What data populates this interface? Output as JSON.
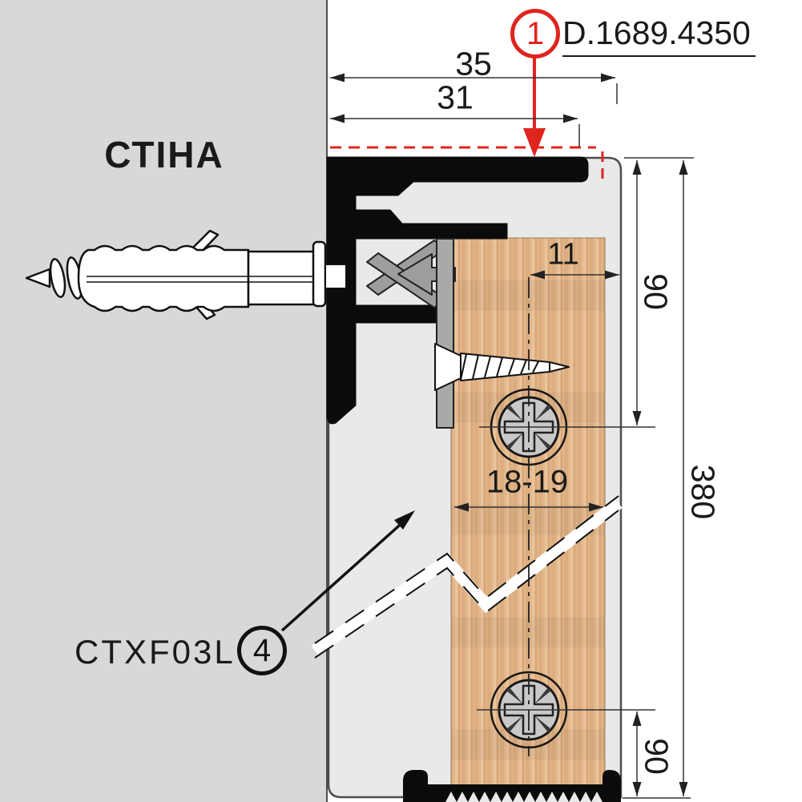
{
  "scene": {
    "wall_label": "СТІНА",
    "part_number": "D.1689.4350",
    "product_code": "CTXF03L",
    "callout_profile": "1",
    "callout_panel": "4"
  },
  "dimensions": {
    "top_outer_width_mm": "35",
    "top_inner_width_mm": "31",
    "edge_to_screw_axis_mm": "11",
    "top_to_first_screw_mm": "90",
    "panel_height_mm": "380",
    "bottom_to_last_screw_mm": "90",
    "panel_thickness_mm": "18-19"
  },
  "colors": {
    "accent_red": "#e0241e",
    "wall_gray": "#d8d8d8",
    "panel_gray": "#e9e9e9",
    "wood_tan": "#e3b78c",
    "profile_black": "#0b0b0b",
    "clip_gray": "#9d9d9d",
    "line": "#1a1a1a"
  }
}
